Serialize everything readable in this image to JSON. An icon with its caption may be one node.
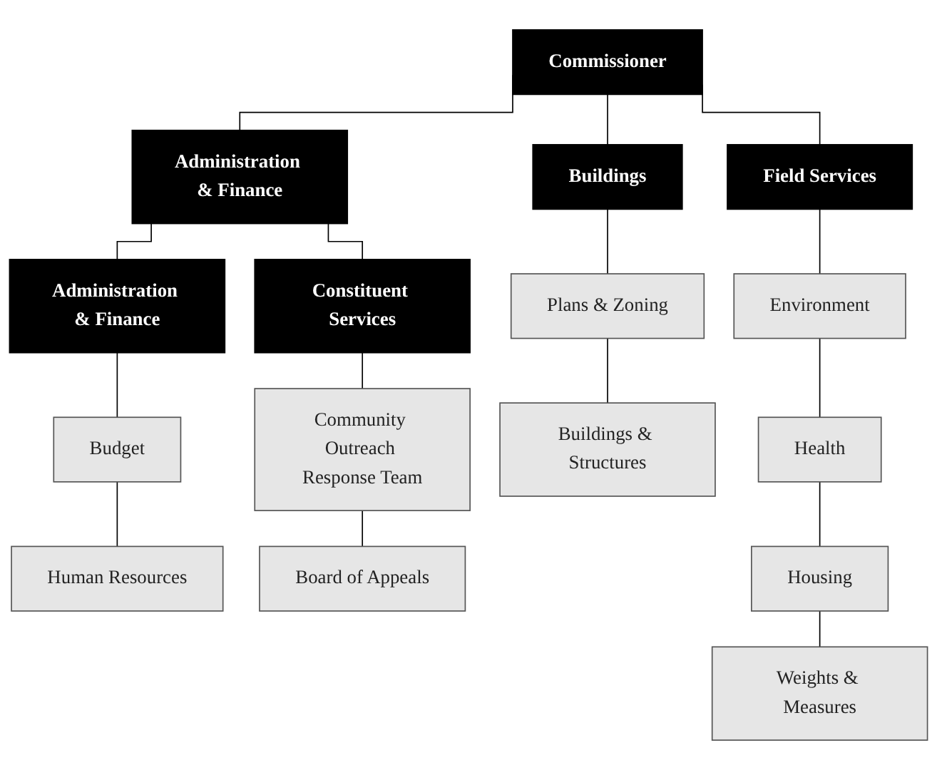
{
  "diagram": {
    "nodes": [
      {
        "text": [
          "Commissioner"
        ]
      },
      {
        "text": [
          "Administration & Finance"
        ]
      },
      {
        "text": [
          "Buildings"
        ]
      },
      {
        "text": [
          "Field Services"
        ]
      },
      {
        "text": [
          "Administration & Finance"
        ]
      },
      {
        "text": [
          "Constituent Services"
        ]
      },
      {
        "text": [
          "Budget"
        ]
      },
      {
        "text": [
          "Human Resources"
        ]
      },
      {
        "text": [
          "Community Outreach Response Team"
        ]
      },
      {
        "text": [
          "Board of Appeals"
        ]
      },
      {
        "text": [
          "Plans & Zoning"
        ]
      },
      {
        "text": [
          "Buildings & Structures"
        ]
      },
      {
        "text": [
          "Environment"
        ]
      },
      {
        "text": [
          "Health"
        ]
      },
      {
        "text": [
          "Housing"
        ]
      },
      {
        "text": [
          "Weights & Measures"
        ]
      }
    ],
    "edges": [
      {
        "from": 0,
        "to": 1,
        "arrow": "none"
      },
      {
        "from": 0,
        "to": 2,
        "arrow": "none"
      },
      {
        "from": 0,
        "to": 3,
        "arrow": "none"
      },
      {
        "from": 1,
        "to": 4,
        "arrow": "none"
      },
      {
        "from": 1,
        "to": 5,
        "arrow": "none"
      },
      {
        "from": 4,
        "to": 6,
        "arrow": "none"
      },
      {
        "from": 6,
        "to": 7,
        "arrow": "none"
      },
      {
        "from": 5,
        "to": 8,
        "arrow": "none"
      },
      {
        "from": 8,
        "to": 9,
        "arrow": "none"
      },
      {
        "from": 2,
        "to": 10,
        "arrow": "none"
      },
      {
        "from": 10,
        "to": 11,
        "arrow": "none"
      },
      {
        "from": 3,
        "to": 12,
        "arrow": "none"
      },
      {
        "from": 12,
        "to": 13,
        "arrow": "none"
      },
      {
        "from": 13,
        "to": 14,
        "arrow": "none"
      },
      {
        "from": 14,
        "to": 15,
        "arrow": "none"
      }
    ]
  }
}
